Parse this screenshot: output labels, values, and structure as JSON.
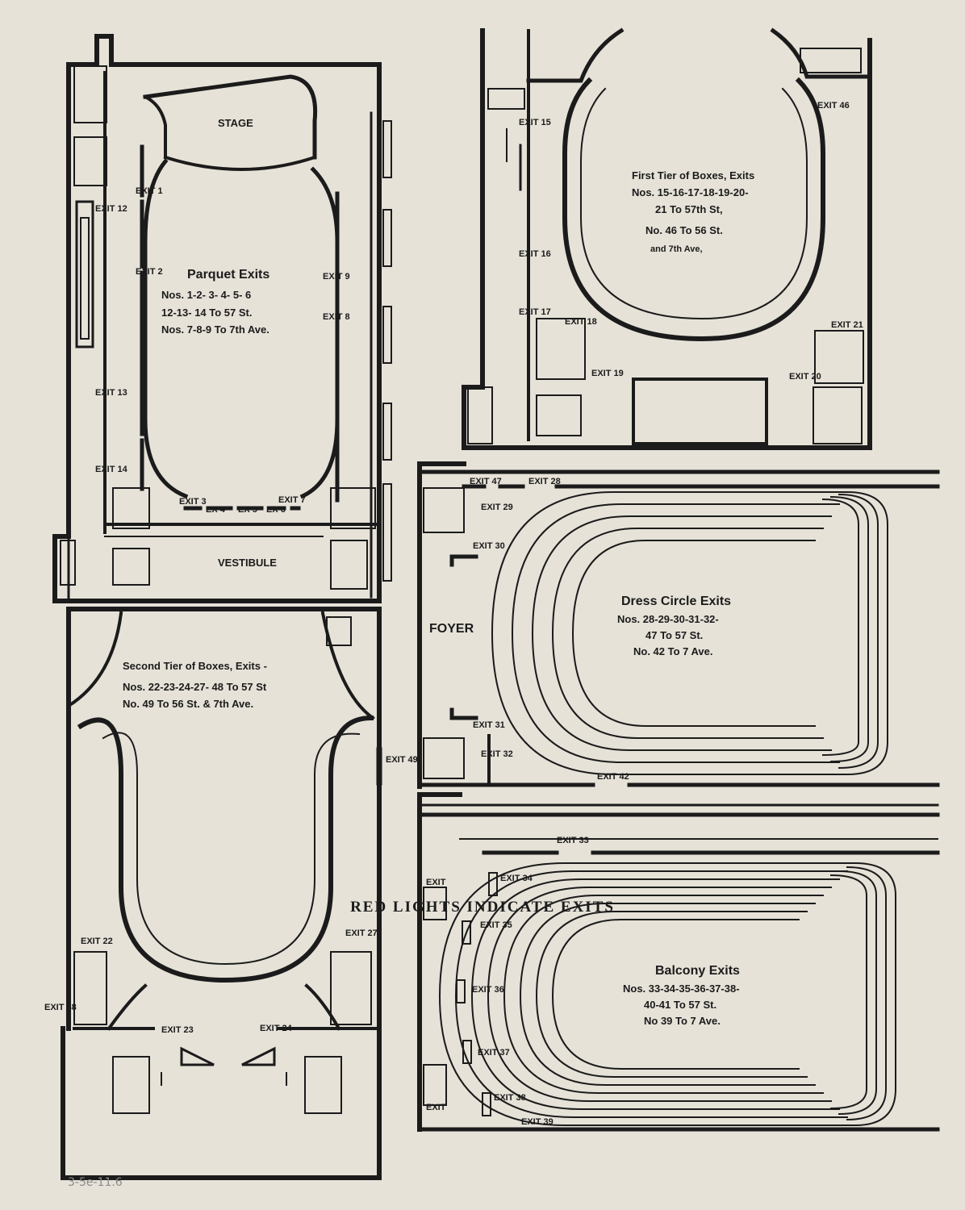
{
  "plans": {
    "parquet": {
      "stage": "STAGE",
      "vestibule": "VESTIBULE",
      "title": "Parquet Exits",
      "lines": [
        "Nos. 1-2- 3- 4- 5- 6",
        "12-13- 14 To 57 St.",
        "Nos. 7-8-9 To 7th Ave."
      ],
      "exits": [
        "EXIT 1",
        "EXIT 2",
        "EXIT 3",
        "EX 4",
        "EX 5",
        "EX 6",
        "EXIT 7",
        "EXIT 8",
        "EXIT 9",
        "EXIT 12",
        "EXIT 13",
        "EXIT 14"
      ]
    },
    "first_tier": {
      "title": "First Tier of Boxes, Exits",
      "lines": [
        "Nos. 15-16-17-18-19-20-",
        "21 To 57th St,",
        "No. 46 To 56 St.",
        "and 7th Ave,"
      ],
      "exits": [
        "EXIT 15",
        "EXIT 16",
        "EXIT 17",
        "EXIT 18",
        "EXIT 19",
        "EXIT 20",
        "EXIT 21",
        "EXIT 46"
      ]
    },
    "dress_circle": {
      "foyer": "FOYER",
      "title": "Dress Circle Exits",
      "lines": [
        "Nos. 28-29-30-31-32-",
        "47 To 57 St.",
        "No. 42 To 7 Ave."
      ],
      "exits": [
        "EXIT 47",
        "EXIT 28",
        "EXIT 29",
        "EXIT 30",
        "EXIT 31",
        "EXIT 32",
        "EXIT 42"
      ]
    },
    "second_tier": {
      "title": "Second Tier of Boxes, Exits -",
      "lines": [
        "Nos. 22-23-24-27- 48 To 57 St",
        "No. 49 To 56 St. & 7th Ave."
      ],
      "exits": [
        "EXIT 49",
        "EXIT 27",
        "EXIT 22",
        "EXIT 48",
        "EXIT 23",
        "EXIT 24"
      ]
    },
    "balcony": {
      "title": "Balcony Exits",
      "lines": [
        "Nos. 33-34-35-36-37-38-",
        "40-41 To 57 St.",
        "No 39 To 7 Ave."
      ],
      "exits": [
        "EXIT 33",
        "EXIT 34",
        "EXIT 35",
        "EXIT 36",
        "EXIT 37",
        "EXIT 38",
        "EXIT 39",
        "EXIT",
        "EXIT"
      ]
    }
  },
  "footer": "RED LIGHTS INDICATE EXITS",
  "stamp": "3-5e-11.6"
}
